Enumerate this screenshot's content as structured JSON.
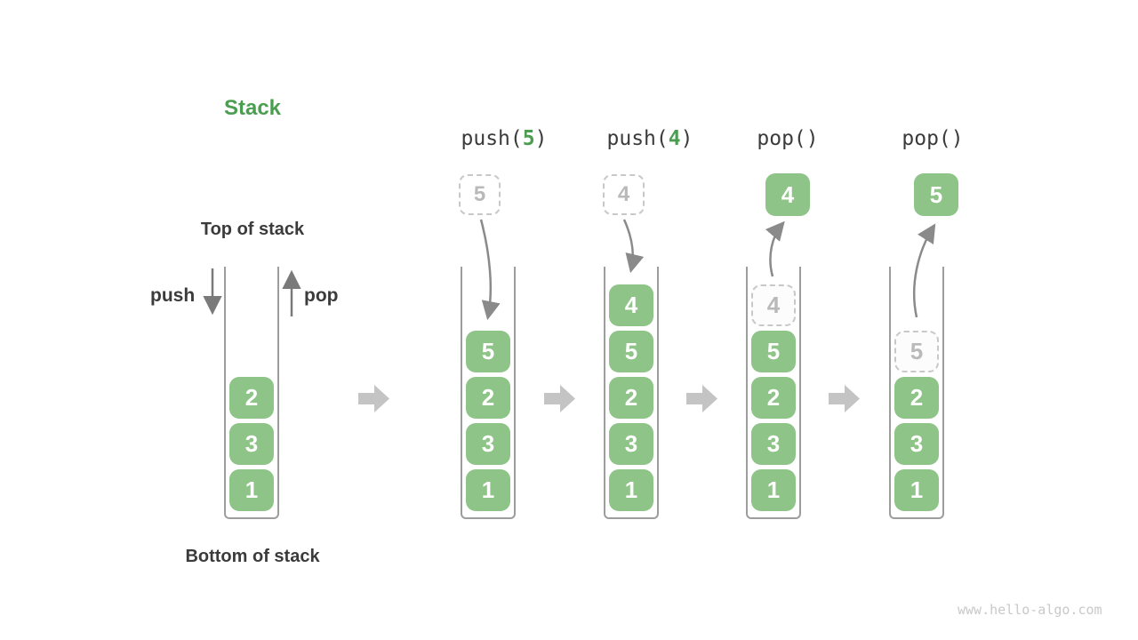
{
  "title": "Stack",
  "stack_labels": {
    "top": "Top of stack",
    "bottom": "Bottom of stack"
  },
  "io_labels": {
    "push": "push",
    "pop": "pop"
  },
  "operations": [
    {
      "prefix": "push(",
      "arg": "5",
      "suffix": ")"
    },
    {
      "prefix": "push(",
      "arg": "4",
      "suffix": ")"
    },
    {
      "prefix": "pop()",
      "arg": "",
      "suffix": ""
    },
    {
      "prefix": "pop()",
      "arg": "",
      "suffix": ""
    }
  ],
  "stacks": [
    {
      "boxes": [
        "2",
        "3",
        "1"
      ]
    },
    {
      "incoming": "5",
      "boxes": [
        "5",
        "2",
        "3",
        "1"
      ]
    },
    {
      "incoming": "4",
      "boxes": [
        "4",
        "5",
        "2",
        "3",
        "1"
      ]
    },
    {
      "outgoing": "4",
      "ghost": "4",
      "boxes": [
        "5",
        "2",
        "3",
        "1"
      ]
    },
    {
      "outgoing": "5",
      "ghost": "5",
      "boxes": [
        "2",
        "3",
        "1"
      ]
    }
  ],
  "watermark": "www.hello-algo.com",
  "colors": {
    "box_green": "#8ec487",
    "accent_green": "#4b9e50",
    "text_dark": "#3b3b3b",
    "container_border": "#9d9d9d",
    "block_arrow_gray": "#c4c4c4",
    "dashed_border": "#c8c8c8",
    "ghost_text": "#b9b9b9",
    "arrow_gray": "#8a8a8a",
    "watermark_gray": "#c9c9c9"
  }
}
